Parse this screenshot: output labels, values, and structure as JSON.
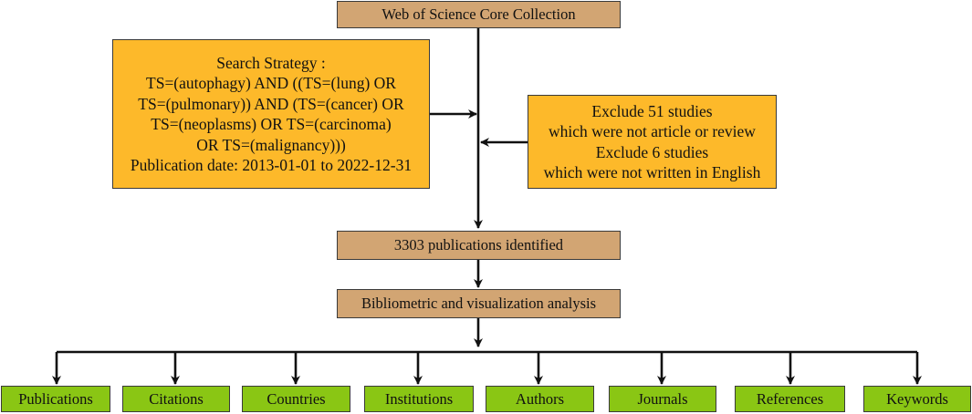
{
  "top_box": "Web of Science Core Collection",
  "strategy_box": [
    "Search Strategy :",
    "TS=(autophagy) AND ((TS=(lung) OR",
    "TS=(pulmonary)) AND (TS=(cancer) OR",
    "TS=(neoplasms) OR TS=(carcinoma)",
    "OR TS=(malignancy)))",
    "Publication date: 2013-01-01 to 2022-12-31"
  ],
  "exclude_box": [
    "Exclude 51 studies",
    "which were not article or review",
    "Exclude 6 studies",
    "which were not written in English"
  ],
  "identified_box": "3303 publications identified",
  "analysis_box": "Bibliometric and visualization analysis",
  "categories": [
    "Publications",
    "Citations",
    "Countries",
    "Institutions",
    "Authors",
    "Journals",
    "References",
    "Keywords"
  ],
  "colors": {
    "step": "#d2a573",
    "info": "#fdb92a",
    "category": "#8ac614",
    "line": "#111111"
  }
}
